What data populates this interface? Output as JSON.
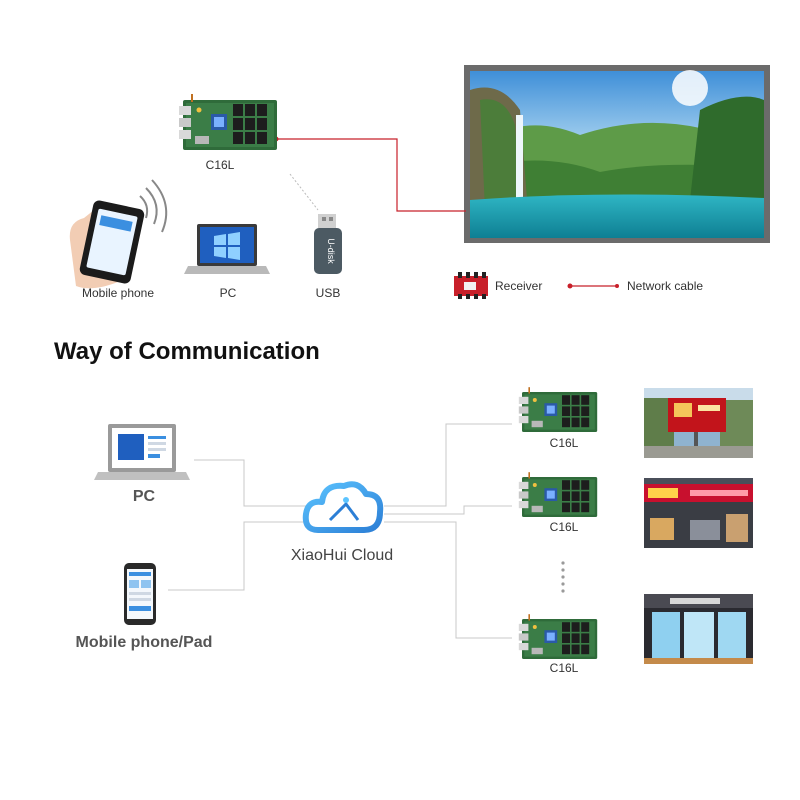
{
  "top": {
    "controller_label": "C16L",
    "mobile_label": "Mobile phone",
    "pc_label": "PC",
    "usb_label": "USB",
    "usb_stick_text": "U-disk",
    "legend": {
      "receiver_label": "Receiver",
      "cable_label": "Network cable"
    }
  },
  "section_title": "Way of Communication",
  "bottom": {
    "pc_label": "PC",
    "mobile_label": "Mobile phone/Pad",
    "cloud_label": "XiaoHui Cloud",
    "controllers": [
      {
        "label": "C16L"
      },
      {
        "label": "C16L"
      },
      {
        "label": "C16L"
      }
    ]
  },
  "colors": {
    "cable_red": "#c8202a",
    "board_green": "#2f6b3a",
    "cloud_blue": "#3ba0e0",
    "connector_gray": "#c8c8c8"
  }
}
